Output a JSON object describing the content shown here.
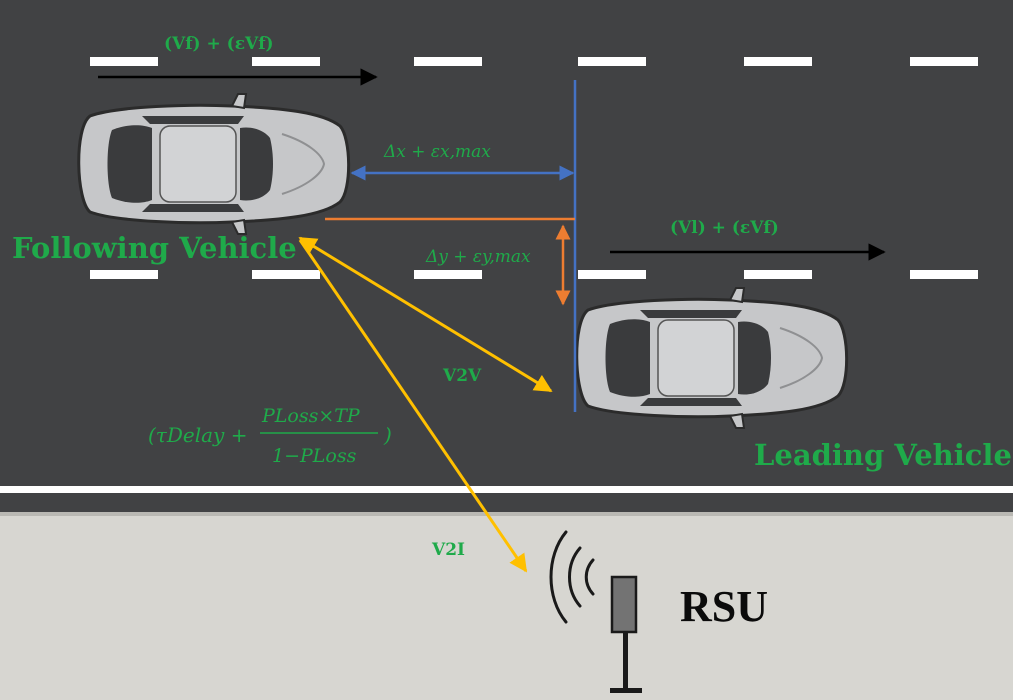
{
  "labels": {
    "following_vehicle": "Following Vehicle",
    "leading_vehicle": "Leading Vehicle",
    "rsu": "RSU",
    "v2v": "V2V",
    "v2i": "V2I",
    "vf_speed": "(Vf) + (εVf)",
    "vl_speed": "(Vl) + (εVf)",
    "delta_x": "Δx + εx,max",
    "delta_y": "Δy + εy,max",
    "delay_formula": {
      "open": "(τDelay +",
      "numerator": "PLoss×TP",
      "denominator": "1−PLoss",
      "close": ")"
    }
  },
  "colors": {
    "road": "#414244",
    "sidewalk": "#d7d6d1",
    "lane_marking": "#ffffff",
    "label_green": "#1faa4a",
    "dx_line": "#4472c4",
    "dy_line": "#ed7d31",
    "comm_link": "#ffc000",
    "rsu_box": "#737373"
  }
}
